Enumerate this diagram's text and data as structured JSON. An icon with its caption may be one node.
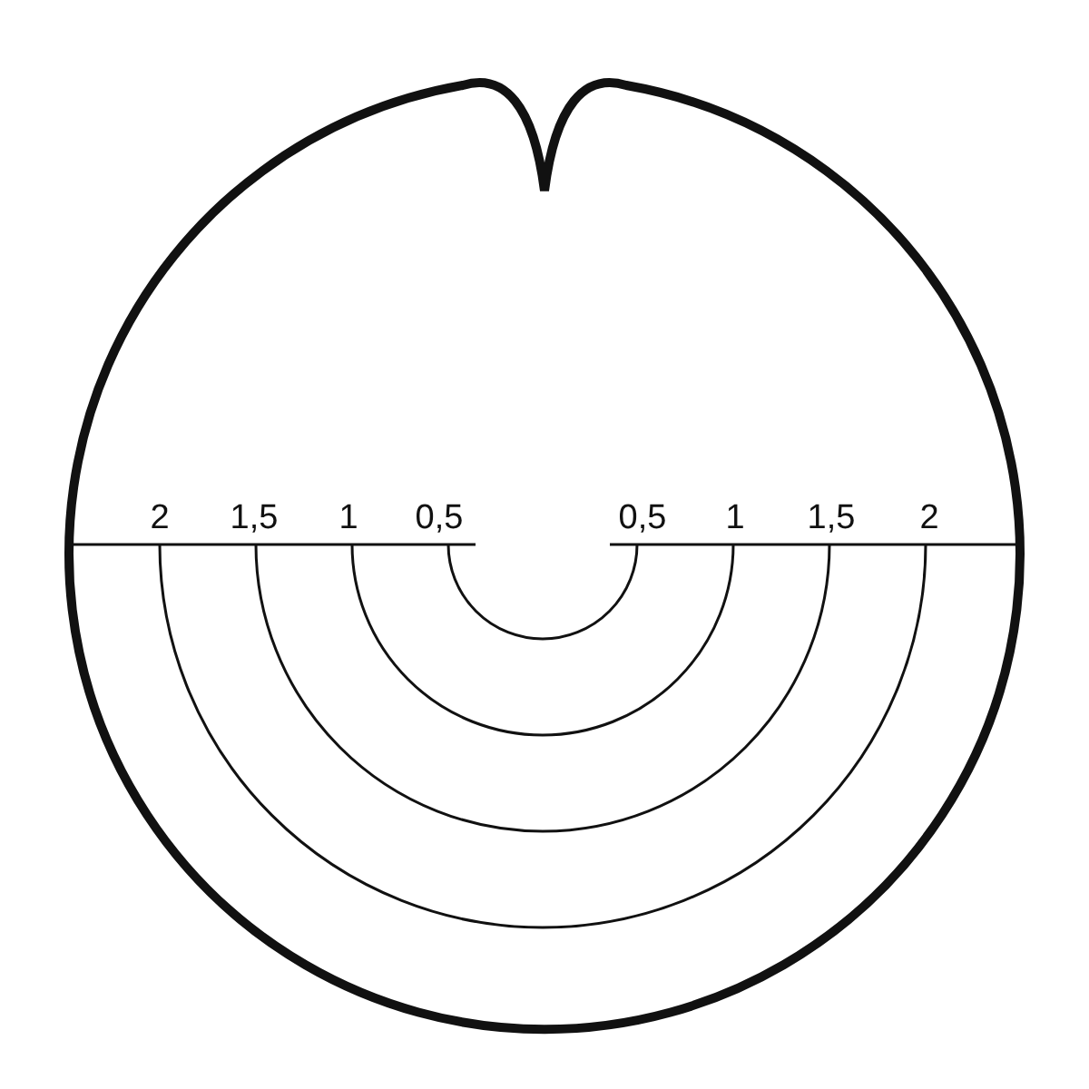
{
  "diagram": {
    "labels": [
      "2",
      "1,5",
      "1",
      "0,5",
      "0,5",
      "1",
      "1,5",
      "2"
    ]
  }
}
